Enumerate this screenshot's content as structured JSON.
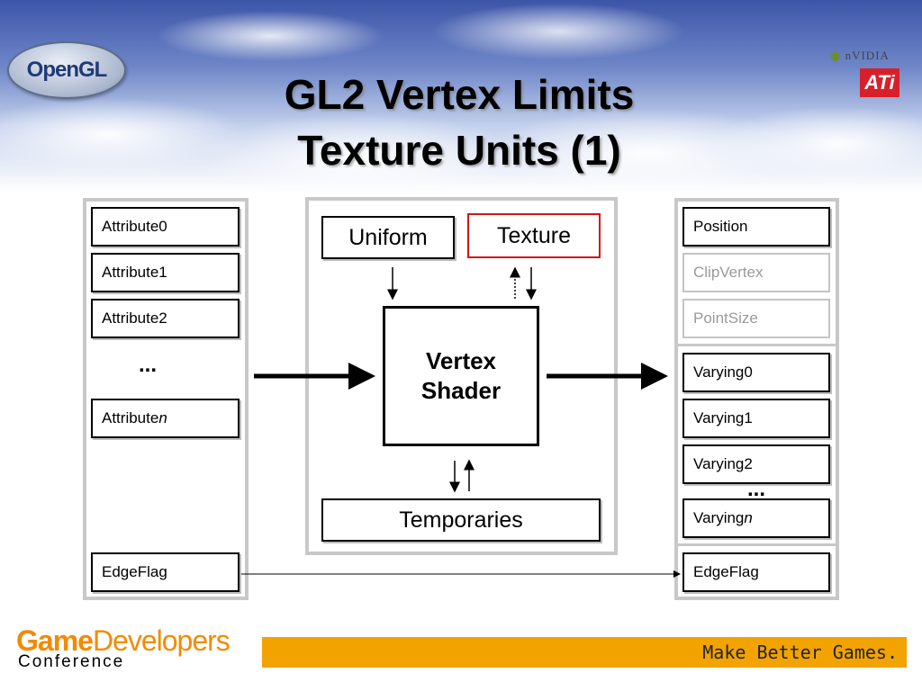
{
  "title": {
    "line1": "GL2 Vertex Limits",
    "line2": "Texture Units (1)"
  },
  "logos": {
    "opengl": "OpenGL",
    "nvidia": "nVIDIA",
    "ati": "ATi"
  },
  "inputs": {
    "attributes": [
      "Attribute0",
      "Attribute1",
      "Attribute2"
    ],
    "ellipsis": "...",
    "attribute_n_prefix": "Attribute",
    "attribute_n_suffix": "n",
    "edgeflag": "EdgeFlag"
  },
  "shader": {
    "uniform": "Uniform",
    "texture": "Texture",
    "vertex": "Vertex",
    "shader": "Shader",
    "temporaries": "Temporaries"
  },
  "outputs": {
    "position": "Position",
    "clipvertex": "ClipVertex",
    "pointsize": "PointSize",
    "varyings": [
      "Varying0",
      "Varying1",
      "Varying2"
    ],
    "ellipsis": "...",
    "varying_n_prefix": "Varying",
    "varying_n_suffix": "n",
    "edgeflag": "EdgeFlag"
  },
  "footer": {
    "game": "Game",
    "developers": "Developers",
    "conference": "Conference",
    "tagline": "Make Better Games."
  },
  "colors": {
    "texture_border": "#d01818",
    "banner": "#f2a300",
    "gdc_orange": "#f28b00",
    "disabled_text": "#9a9a9a"
  }
}
